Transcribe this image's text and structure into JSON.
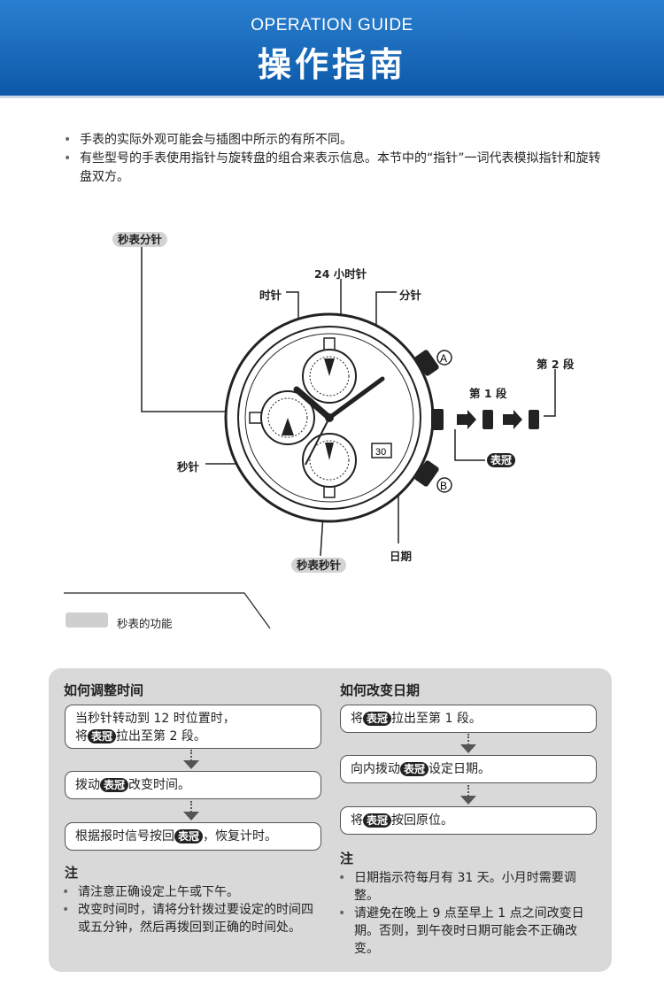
{
  "header": {
    "title_en": "OPERATION GUIDE",
    "title_zh": "操作指南"
  },
  "intro": {
    "bullets": [
      "手表的实际外观可能会与插图中所示的有所不同。",
      "有些型号的手表使用指针与旋转盘的组合来表示信息。本节中的“指针”一词代表模拟指针和旋转盘双方。"
    ]
  },
  "diagram": {
    "stopwatch_minute": "秒表分针",
    "hour_24": "24 小时针",
    "hour_hand": "时针",
    "minute_hand": "分针",
    "button_a": "A",
    "button_b": "B",
    "stage_2": "第 2 段",
    "stage_1": "第 1 段",
    "crown": "表冠",
    "second_hand": "秒针",
    "date_window": "30",
    "date": "日期",
    "stopwatch_second": "秒表秒针"
  },
  "legend": {
    "label": "秒表的功能"
  },
  "panel": {
    "time": {
      "title": "如何调整时间",
      "step1_a": "当秒针转动到 12 时位置时，",
      "step1_b_pre": "将",
      "step1_b_post": "拉出至第 2 段。",
      "step2_pre": "拨动",
      "step2_post": "改变时间。",
      "step3_pre": "根据报时信号按回",
      "step3_post": "，恢复计时。",
      "note_title": "注",
      "notes": [
        "请注意正确设定上午或下午。",
        "改变时间时，请将分针拨过要设定的时间四或五分钟，然后再拨回到正确的时间处。"
      ]
    },
    "date": {
      "title": "如何改变日期",
      "step1_pre": "将",
      "step1_post": "拉出至第 1 段。",
      "step2_pre": "向内拨动",
      "step2_post": "设定日期。",
      "step3_pre": "将",
      "step3_post": "按回原位。",
      "note_title": "注",
      "notes": [
        "日期指示符每月有 31 天。小月时需要调整。",
        "请避免在晚上 9 点至早上 1 点之间改变日期。否则，到午夜时日期可能会不正确改变。"
      ]
    },
    "crown_label": "表冠"
  }
}
